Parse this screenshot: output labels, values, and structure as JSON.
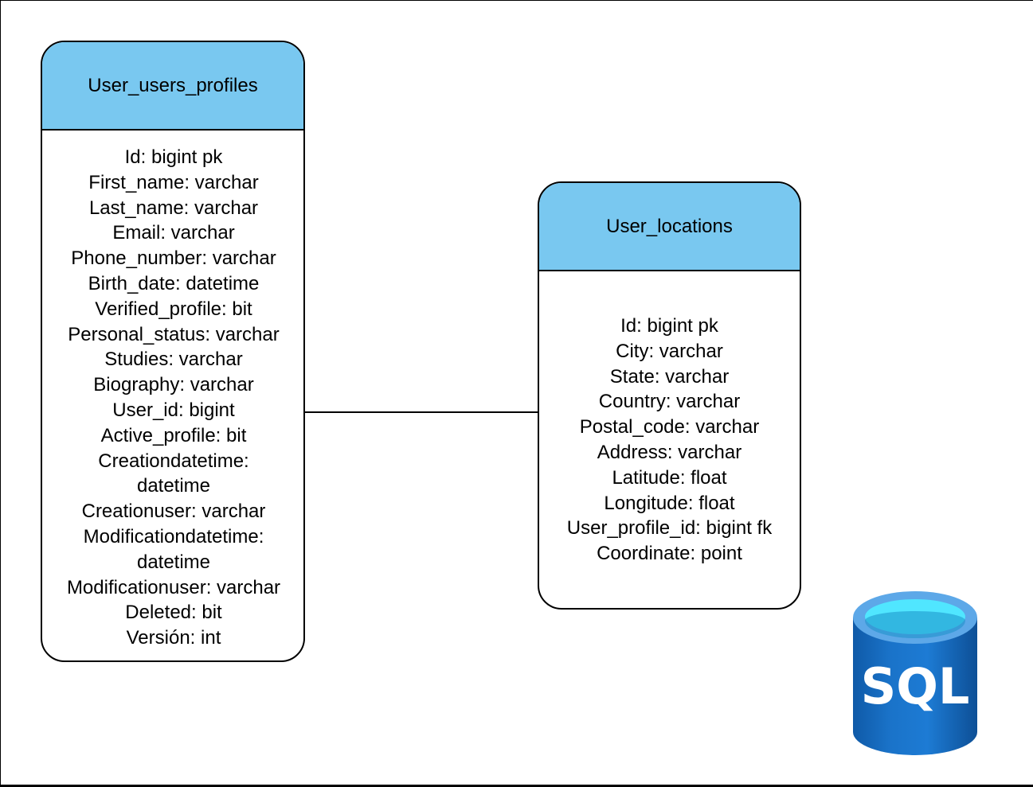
{
  "entities": [
    {
      "name": "User_users_profiles",
      "fields": [
        "Id: bigint pk",
        "First_name: varchar",
        "Last_name: varchar",
        "Email: varchar",
        "Phone_number: varchar",
        "Birth_date: datetime",
        "Verified_profile: bit",
        "Personal_status: varchar",
        "Studies: varchar",
        "Biography: varchar",
        "User_id: bigint",
        "Active_profile: bit",
        "Creationdatetime:",
        "datetime",
        "Creationuser: varchar",
        "Modificationdatetime:",
        "datetime",
        "Modificationuser: varchar",
        "Deleted: bit",
        "Versión: int"
      ]
    },
    {
      "name": "User_locations",
      "fields": [
        "Id: bigint pk",
        "City: varchar",
        "State: varchar",
        "Country: varchar",
        "Postal_code: varchar",
        "Address: varchar",
        "Latitude: float",
        "Longitude: float",
        "User_profile_id: bigint fk",
        "Coordinate: point"
      ]
    }
  ],
  "relationship": {
    "from": "User_users_profiles",
    "to": "User_locations"
  },
  "logo": {
    "icon": "sql-database-icon",
    "text": "SQL"
  },
  "colors": {
    "header": "#79c8f0",
    "db_blue": "#1a6fc4",
    "db_top": "#50e6ff"
  }
}
